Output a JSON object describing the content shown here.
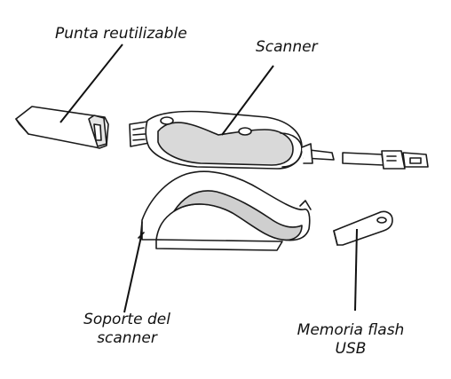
{
  "labels": {
    "tip": "Punta reutilizable",
    "scanner": "Scanner",
    "stand_line1": "Soporte del",
    "stand_line2": "scanner",
    "usb_line1": "Memoria flash",
    "usb_line2": "USB"
  },
  "colors": {
    "line": "#111111",
    "body_fill": "#ffffff",
    "grip_fill": "#d9d9d9",
    "shadow_fill": "#cfcfcf"
  }
}
